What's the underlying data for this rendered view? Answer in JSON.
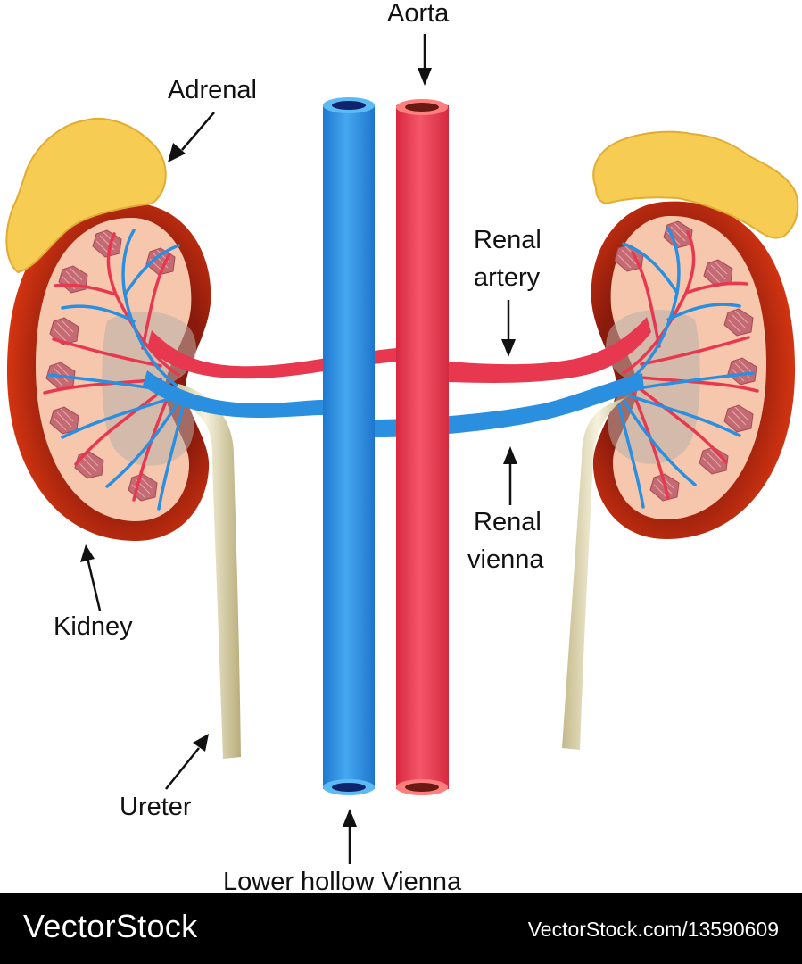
{
  "labels": {
    "aorta": "Aorta",
    "adrenal": "Adrenal",
    "renal_artery_line1": "Renal",
    "renal_artery_line2": "artery",
    "renal_vienna_line1": "Renal",
    "renal_vienna_line2": "vienna",
    "kidney": "Kidney",
    "ureter": "Ureter",
    "lower_hollow_vienna": "Lower hollow Vienna"
  },
  "footer": {
    "brand": "VectorStock",
    "url": "VectorStock.com/13590609"
  },
  "colors": {
    "artery": "#e8384f",
    "vein": "#2b8fe0",
    "adrenal": "#f6cd52",
    "kidney_capsule": "#a51e10",
    "kidney_cortex": "#f6c7ac",
    "ureter": "#d7cfa2",
    "footer_bg": "#000000"
  }
}
